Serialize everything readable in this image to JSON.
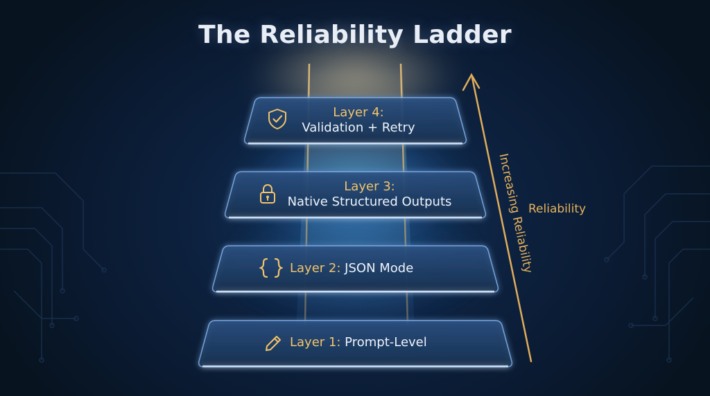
{
  "title": "The Reliability Ladder",
  "layers": [
    {
      "level": 4,
      "title": "Layer 4:",
      "subtitle": "Validation + Retry",
      "icon": "shield-check-icon"
    },
    {
      "level": 3,
      "title": "Layer 3:",
      "subtitle": "Native Structured Outputs",
      "icon": "lock-icon"
    },
    {
      "level": 2,
      "title": "Layer 2:",
      "subtitle": "JSON Mode",
      "icon": "curly-braces-icon"
    },
    {
      "level": 1,
      "title": "Layer 1:",
      "subtitle": "Prompt-Level",
      "icon": "pencil-icon"
    }
  ],
  "arrow": {
    "rotated_label": "Increasing Reliability",
    "side_label": "Reliability"
  },
  "colors": {
    "accent_gold": "#f2c46b",
    "platform_edge": "#8fc2ff",
    "background": "#0b1a30"
  }
}
